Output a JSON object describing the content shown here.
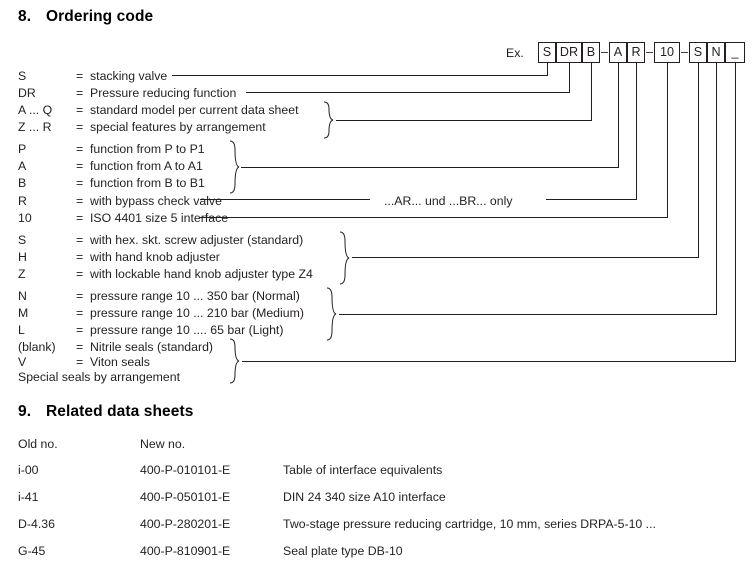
{
  "sections": {
    "ordering": {
      "number": "8.",
      "title": "Ordering code"
    },
    "related": {
      "number": "9.",
      "title": "Related data sheets"
    }
  },
  "example": {
    "label": "Ex.",
    "boxes": [
      {
        "text": "S",
        "name": "code-box-s"
      },
      {
        "text": "DR",
        "name": "code-box-dr"
      },
      {
        "text": "B",
        "name": "code-box-b"
      },
      {
        "text": "A",
        "name": "code-box-a"
      },
      {
        "text": "R",
        "name": "code-box-r"
      },
      {
        "text": "10",
        "name": "code-box-10"
      },
      {
        "text": "S",
        "name": "code-box-s2"
      },
      {
        "text": "N",
        "name": "code-box-n"
      },
      {
        "text": "_",
        "name": "code-box-blank"
      }
    ],
    "separators": [
      "–",
      "–",
      "–"
    ]
  },
  "code_rows": [
    {
      "key": "S",
      "eq": "=",
      "desc": "stacking valve"
    },
    {
      "key": "DR",
      "eq": "=",
      "desc": "Pressure reducing function"
    },
    {
      "key": "A ... Q",
      "eq": "=",
      "desc": "standard model per current data sheet"
    },
    {
      "key": "Z ... R",
      "eq": "=",
      "desc": "special features by arrangement"
    },
    {
      "key": "P",
      "eq": "=",
      "desc": "function from P to P1"
    },
    {
      "key": "A",
      "eq": "=",
      "desc": "function from A to A1"
    },
    {
      "key": "B",
      "eq": "=",
      "desc": "function from B to B1"
    },
    {
      "key": "R",
      "eq": "=",
      "desc": "with bypass check valve"
    },
    {
      "key": "10",
      "eq": "=",
      "desc": "ISO 4401 size 5 interface"
    },
    {
      "key": "S",
      "eq": "=",
      "desc": "with hex. skt. screw adjuster (standard)"
    },
    {
      "key": "H",
      "eq": "=",
      "desc": "with hand knob adjuster"
    },
    {
      "key": "Z",
      "eq": "=",
      "desc": "with lockable hand knob adjuster type Z4"
    },
    {
      "key": "N",
      "eq": "=",
      "desc": "pressure range 10 ... 350 bar (Normal)"
    },
    {
      "key": "M",
      "eq": "=",
      "desc": "pressure range 10 ... 210 bar (Medium)"
    },
    {
      "key": "L",
      "eq": "=",
      "desc": "pressure range 10 ....  65 bar (Light)"
    },
    {
      "key": "(blank)",
      "eq": "=",
      "desc": "Nitrile seals (standard)"
    },
    {
      "key": "V",
      "eq": "=",
      "desc": "Viton seals"
    },
    {
      "key": "Special seals by arrangement",
      "eq": "",
      "desc": ""
    }
  ],
  "annotations": {
    "ar_br_only": "...AR...  und  ...BR... only"
  },
  "related_data_sheets": {
    "headers": {
      "old": "Old no.",
      "new": "New no.",
      "desc": ""
    },
    "rows": [
      {
        "old": "i-00",
        "new": "400-P-010101-E",
        "desc": "Table of interface equivalents"
      },
      {
        "old": "i-41",
        "new": "400-P-050101-E",
        "desc": "DIN 24 340 size A10 interface"
      },
      {
        "old": "D-4.36",
        "new": "400-P-280201-E",
        "desc": "Two-stage pressure reducing cartridge, 10 mm, series DRPA-5-10 ..."
      },
      {
        "old": "G-45",
        "new": "400-P-810901-E",
        "desc": "Seal plate type DB-10"
      }
    ]
  },
  "colors": {
    "ink": "#231f20",
    "line": "#231f20",
    "page": "#ffffff"
  }
}
